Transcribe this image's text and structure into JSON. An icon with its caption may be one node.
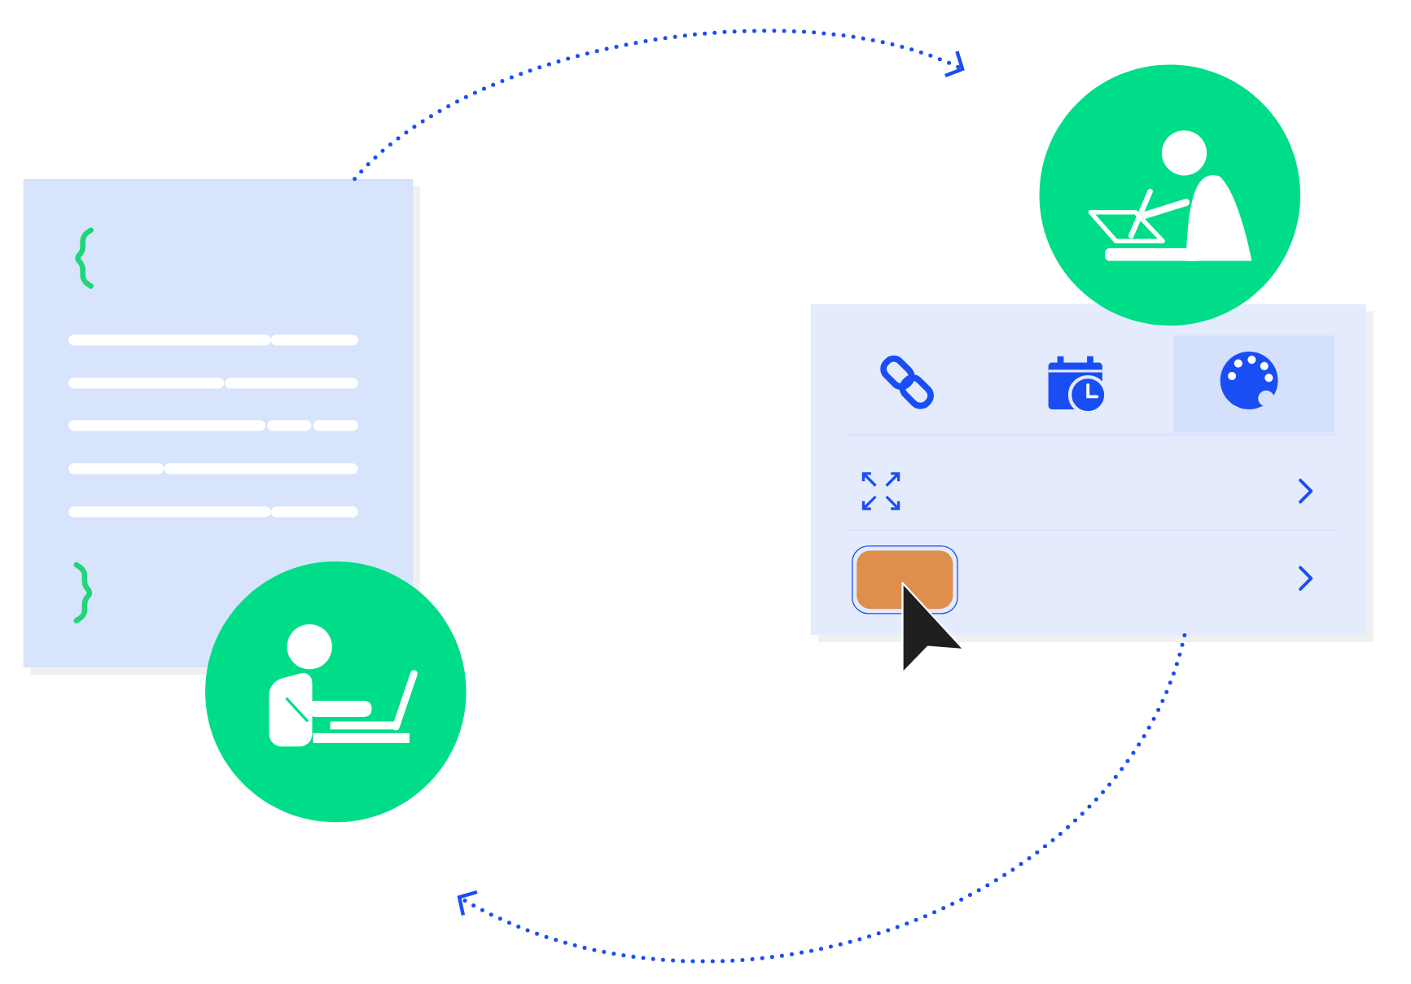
{
  "diagram": {
    "nodes": [
      {
        "text": [],
        "shape": "box"
      },
      {
        "text": [],
        "shape": "circle"
      },
      {
        "text": [],
        "shape": "circle"
      },
      {
        "text": [],
        "shape": "box"
      }
    ],
    "edges": [
      {
        "from": 0,
        "to": null,
        "arrow": "to"
      },
      {
        "from": 3,
        "to": null,
        "arrow": "to"
      }
    ]
  }
}
